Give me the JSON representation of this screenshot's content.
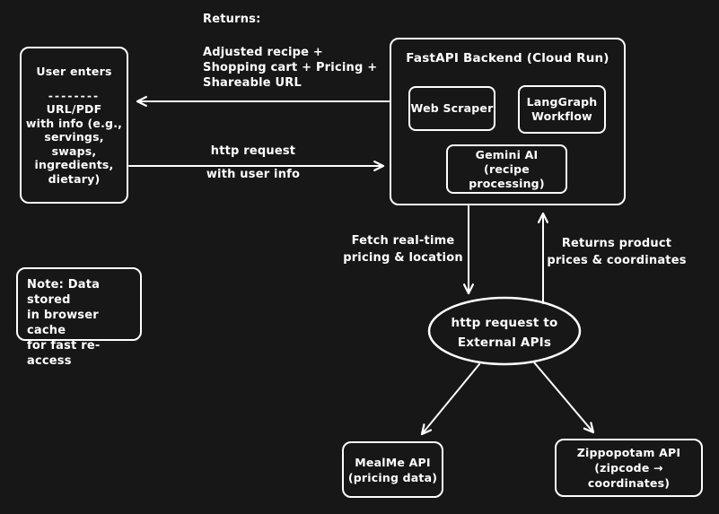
{
  "colors": {
    "background": "#171717",
    "stroke": "#ffffff",
    "text": "#ffffff"
  },
  "user_box": {
    "line1": "User enters",
    "divider": "--------",
    "line2": "URL/PDF",
    "line3": "with info (e.g.,",
    "line4": "servings, swaps,",
    "line5": "ingredients,",
    "line6": "dietary)"
  },
  "returns_note": {
    "title": "Returns:",
    "line1": "Adjusted recipe +",
    "line2": "Shopping cart + Pricing +",
    "line3": "Shareable URL"
  },
  "http_arrow_label": {
    "line1": "http request",
    "line2": "with user info"
  },
  "backend": {
    "title": "FastAPI Backend (Cloud Run)",
    "web_scraper": "Web Scraper",
    "langgraph_line1": "LangGraph",
    "langgraph_line2": "Workflow",
    "gemini_line1": "Gemini AI",
    "gemini_line2": "(recipe processing)"
  },
  "note_box": {
    "line1": "Note: Data stored",
    "line2": "in browser cache",
    "line3": "for fast re-access"
  },
  "fetch_label": {
    "line1": "Fetch real-time",
    "line2": "pricing & location"
  },
  "returns_product_label": {
    "line1": "Returns product",
    "line2": "prices & coordinates"
  },
  "external_apis_ellipse": {
    "line1": "http request to",
    "line2": "External APIs"
  },
  "mealme_box": {
    "line1": "MealMe API",
    "line2": "(pricing data)"
  },
  "zippopotam_box": {
    "line1": "Zippopotam API",
    "line2": "(zipcode → coordinates)"
  }
}
